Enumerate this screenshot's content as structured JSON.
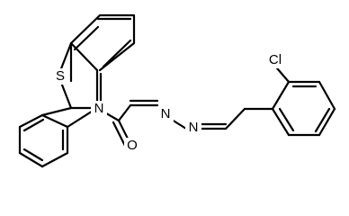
{
  "molecule": {
    "atoms": {
      "sulfur": "S",
      "nitrogen_ring": "N",
      "oxygen": "O",
      "nitrogen_1": "N",
      "nitrogen_2": "N",
      "chlorine": "Cl"
    },
    "colors": {
      "bond": "#000000",
      "label": "#000000",
      "background": "#ffffff"
    }
  }
}
